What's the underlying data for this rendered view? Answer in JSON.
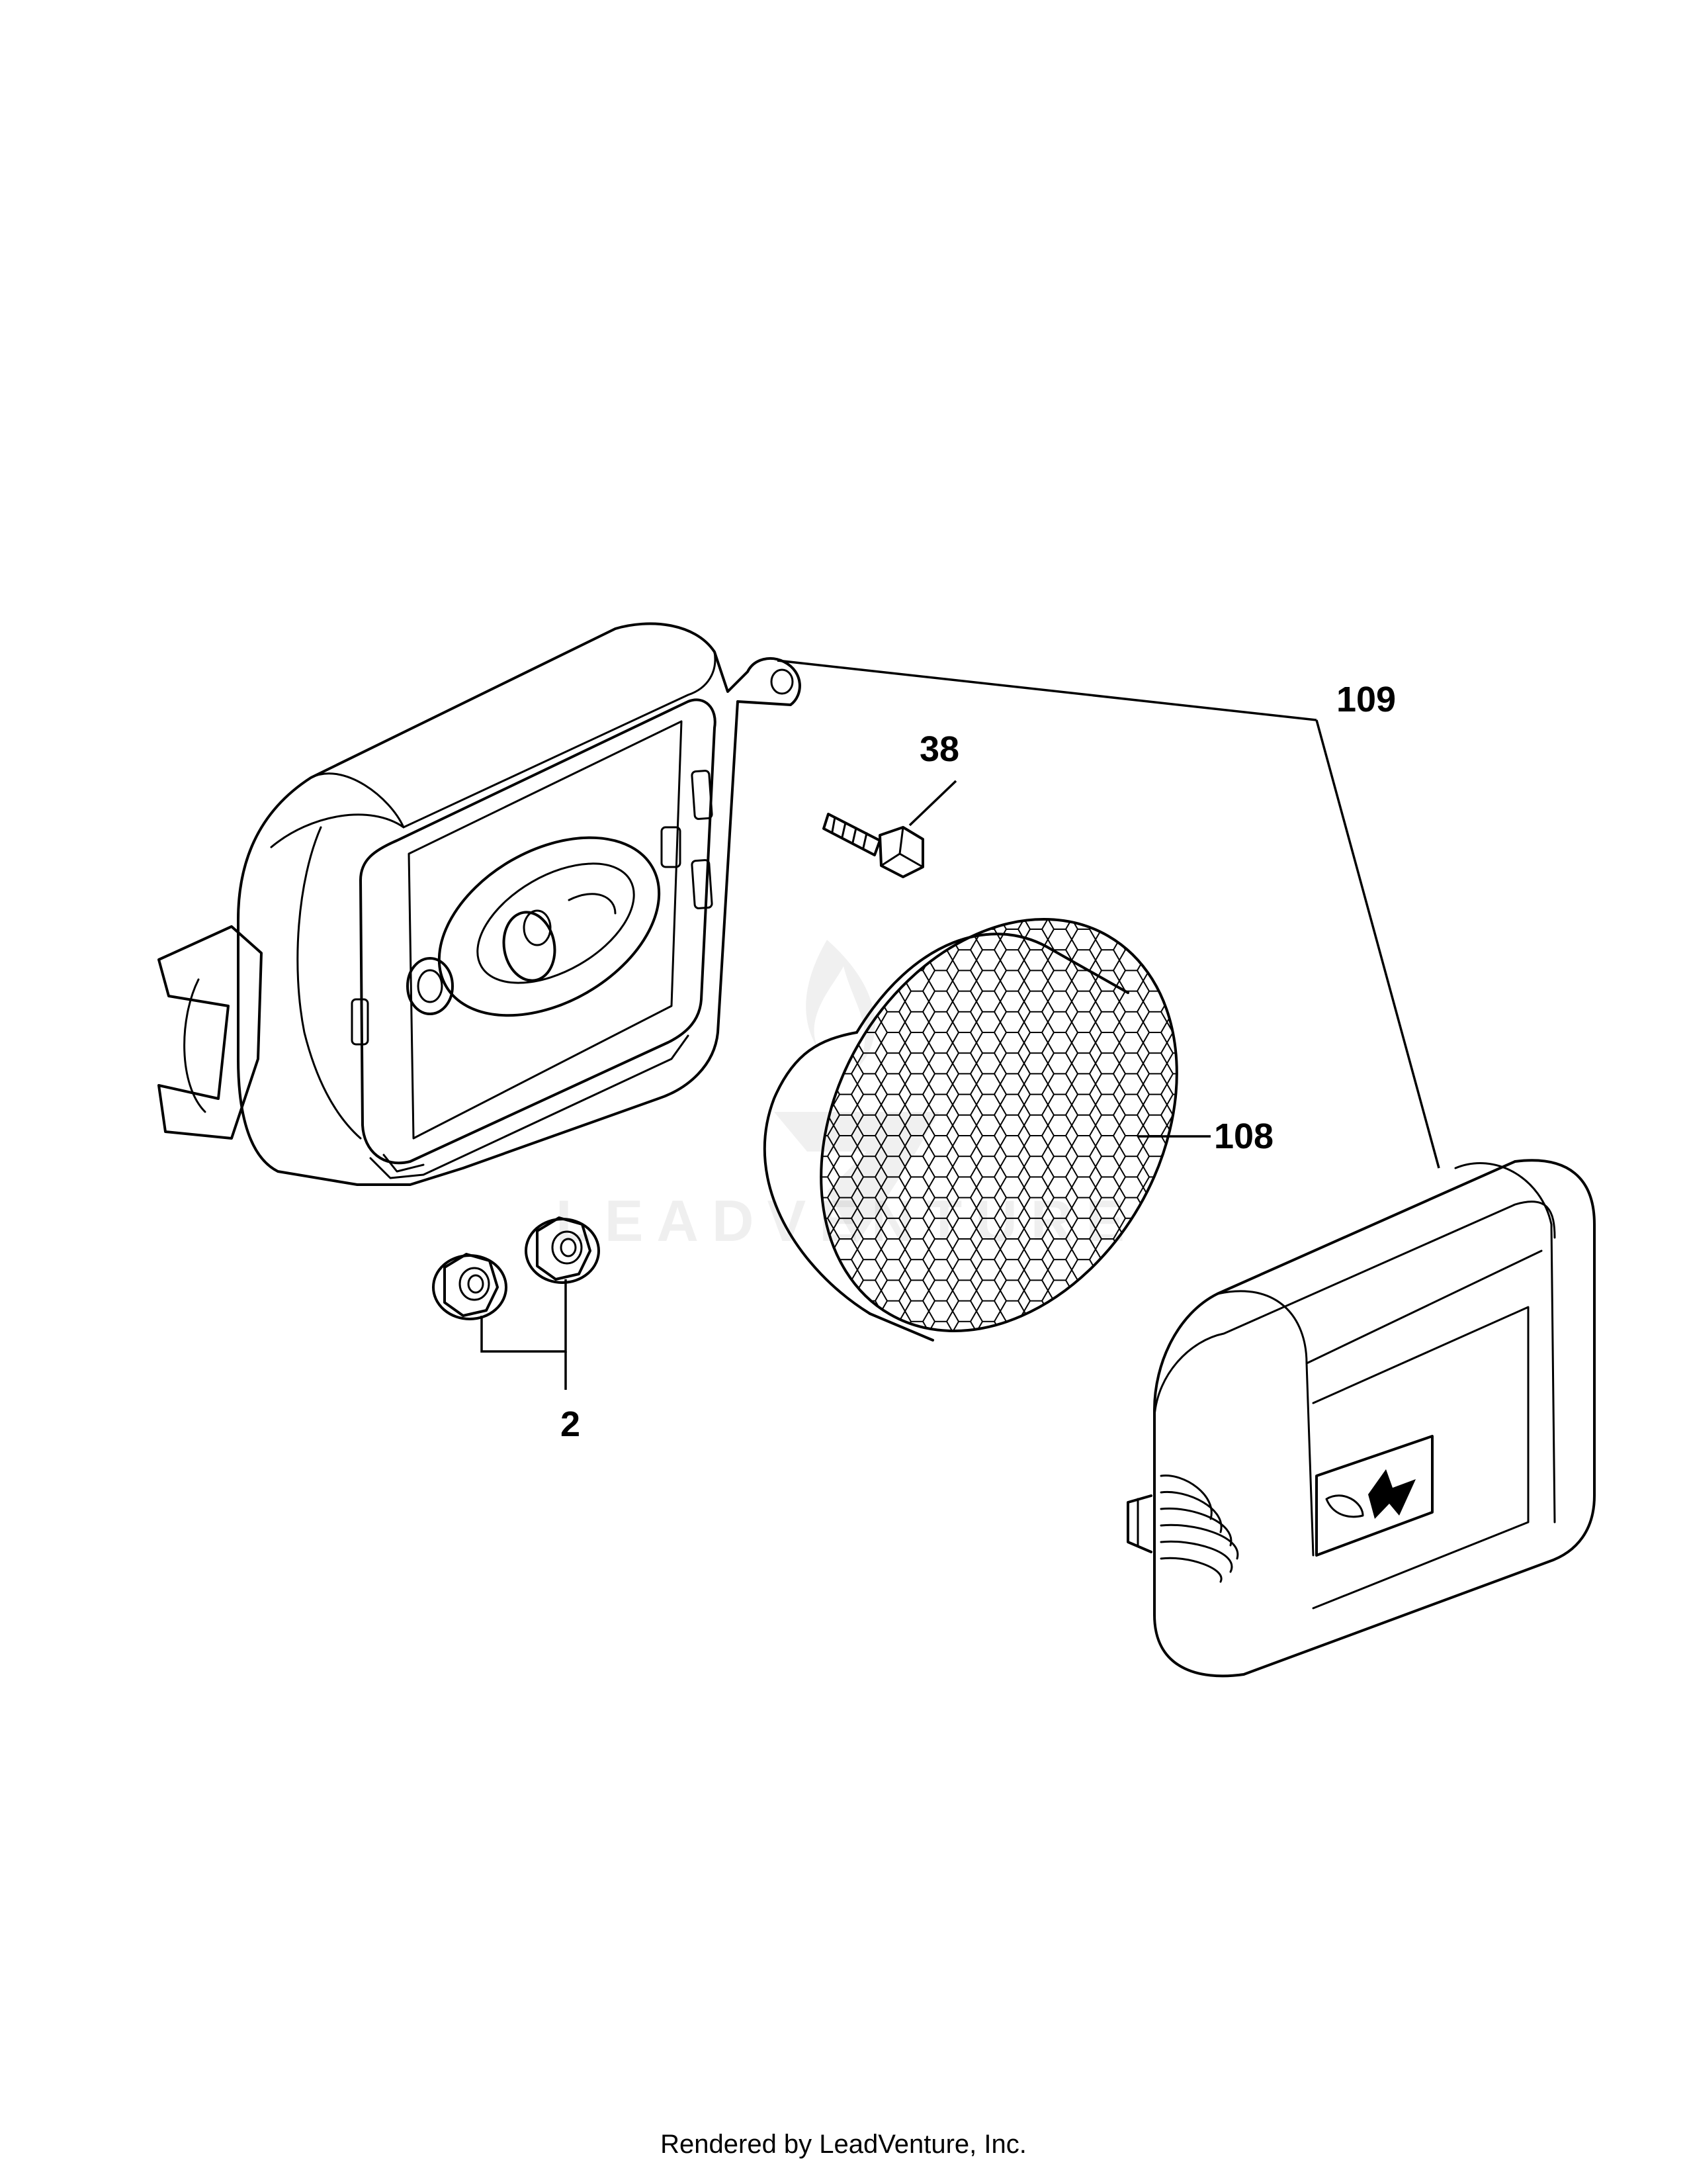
{
  "diagram": {
    "parts": [
      {
        "id": "2",
        "label": "2",
        "description": "Flange nuts"
      },
      {
        "id": "38",
        "label": "38",
        "description": "Bolt"
      },
      {
        "id": "108",
        "label": "108",
        "description": "Air filter element"
      },
      {
        "id": "109",
        "label": "109",
        "description": "Air cleaner housing and cover"
      }
    ]
  },
  "watermark": {
    "text": "LEADVENTURE"
  },
  "footer": {
    "text": "Rendered by LeadVenture, Inc."
  }
}
